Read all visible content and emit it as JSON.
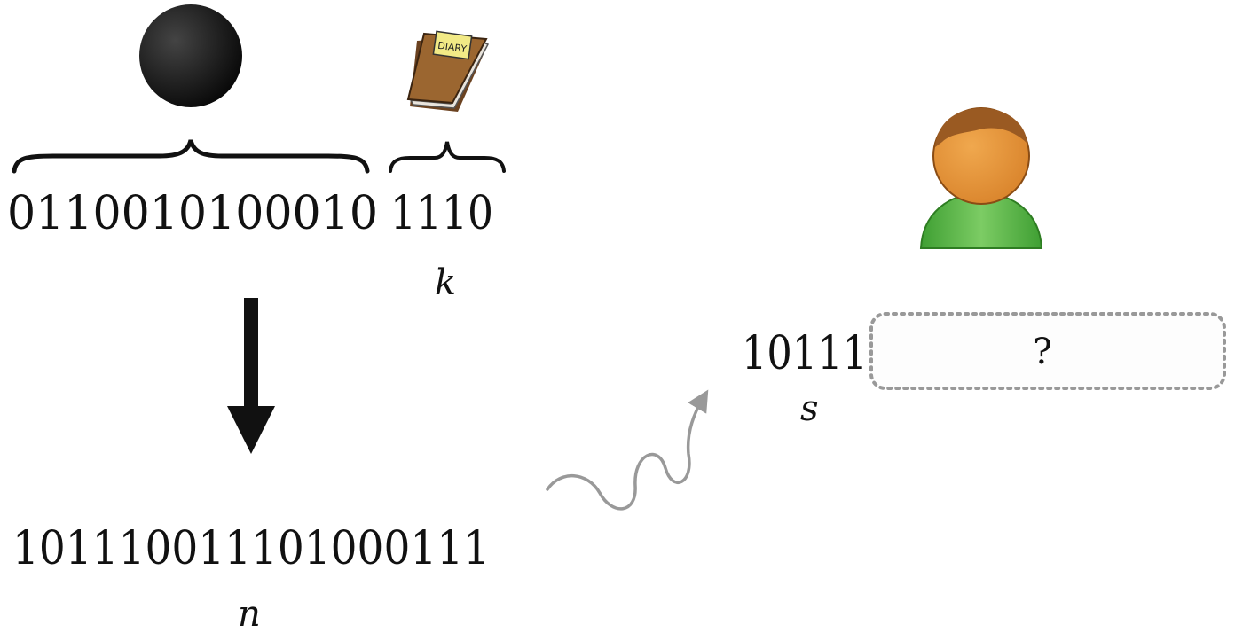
{
  "book": {
    "label": "DIARY"
  },
  "bits": {
    "prefix": "0110010100010",
    "key_part": "1110",
    "output": "101110011101000111",
    "sample": "10111",
    "unknown": "?"
  },
  "vars": {
    "k": "k",
    "n": "n",
    "s": "s"
  },
  "colors": {
    "black_circle": "#111111",
    "book": "#8a5a2a",
    "book_label": "#f2ea86",
    "person_head": "#e8963a",
    "person_hair": "#9a5a22",
    "person_body": "#5bb84a",
    "squiggle": "#999999",
    "dotted_box": "#999999"
  },
  "icons": [
    "black-circle-icon",
    "diary-book-icon",
    "person-icon",
    "down-arrow-icon",
    "squiggly-arrow-icon"
  ]
}
